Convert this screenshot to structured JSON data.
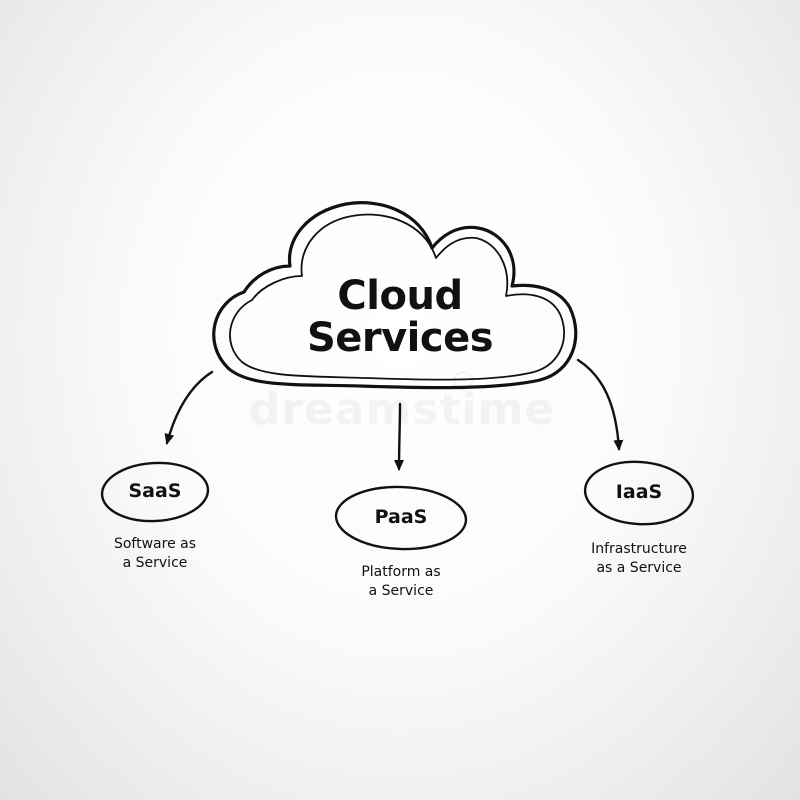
{
  "diagram": {
    "title": {
      "line1": "Cloud",
      "line2": "Services"
    },
    "nodes": [
      {
        "id": "saas",
        "abbr": "SaaS",
        "desc_line1": "Software as",
        "desc_line2": "a Service"
      },
      {
        "id": "paas",
        "abbr": "PaaS",
        "desc_line1": "Platform as",
        "desc_line2": "a Service"
      },
      {
        "id": "iaas",
        "abbr": "IaaS",
        "desc_line1": "Infrastructure",
        "desc_line2": "as a Service"
      }
    ],
    "edges": [
      {
        "from": "Cloud Services",
        "to": "SaaS"
      },
      {
        "from": "Cloud Services",
        "to": "PaaS"
      },
      {
        "from": "Cloud Services",
        "to": "IaaS"
      }
    ],
    "colors": {
      "ink": "#111111",
      "background": "#ffffff",
      "vignette": "#e2e2e2"
    },
    "watermark": "dreamstime"
  }
}
